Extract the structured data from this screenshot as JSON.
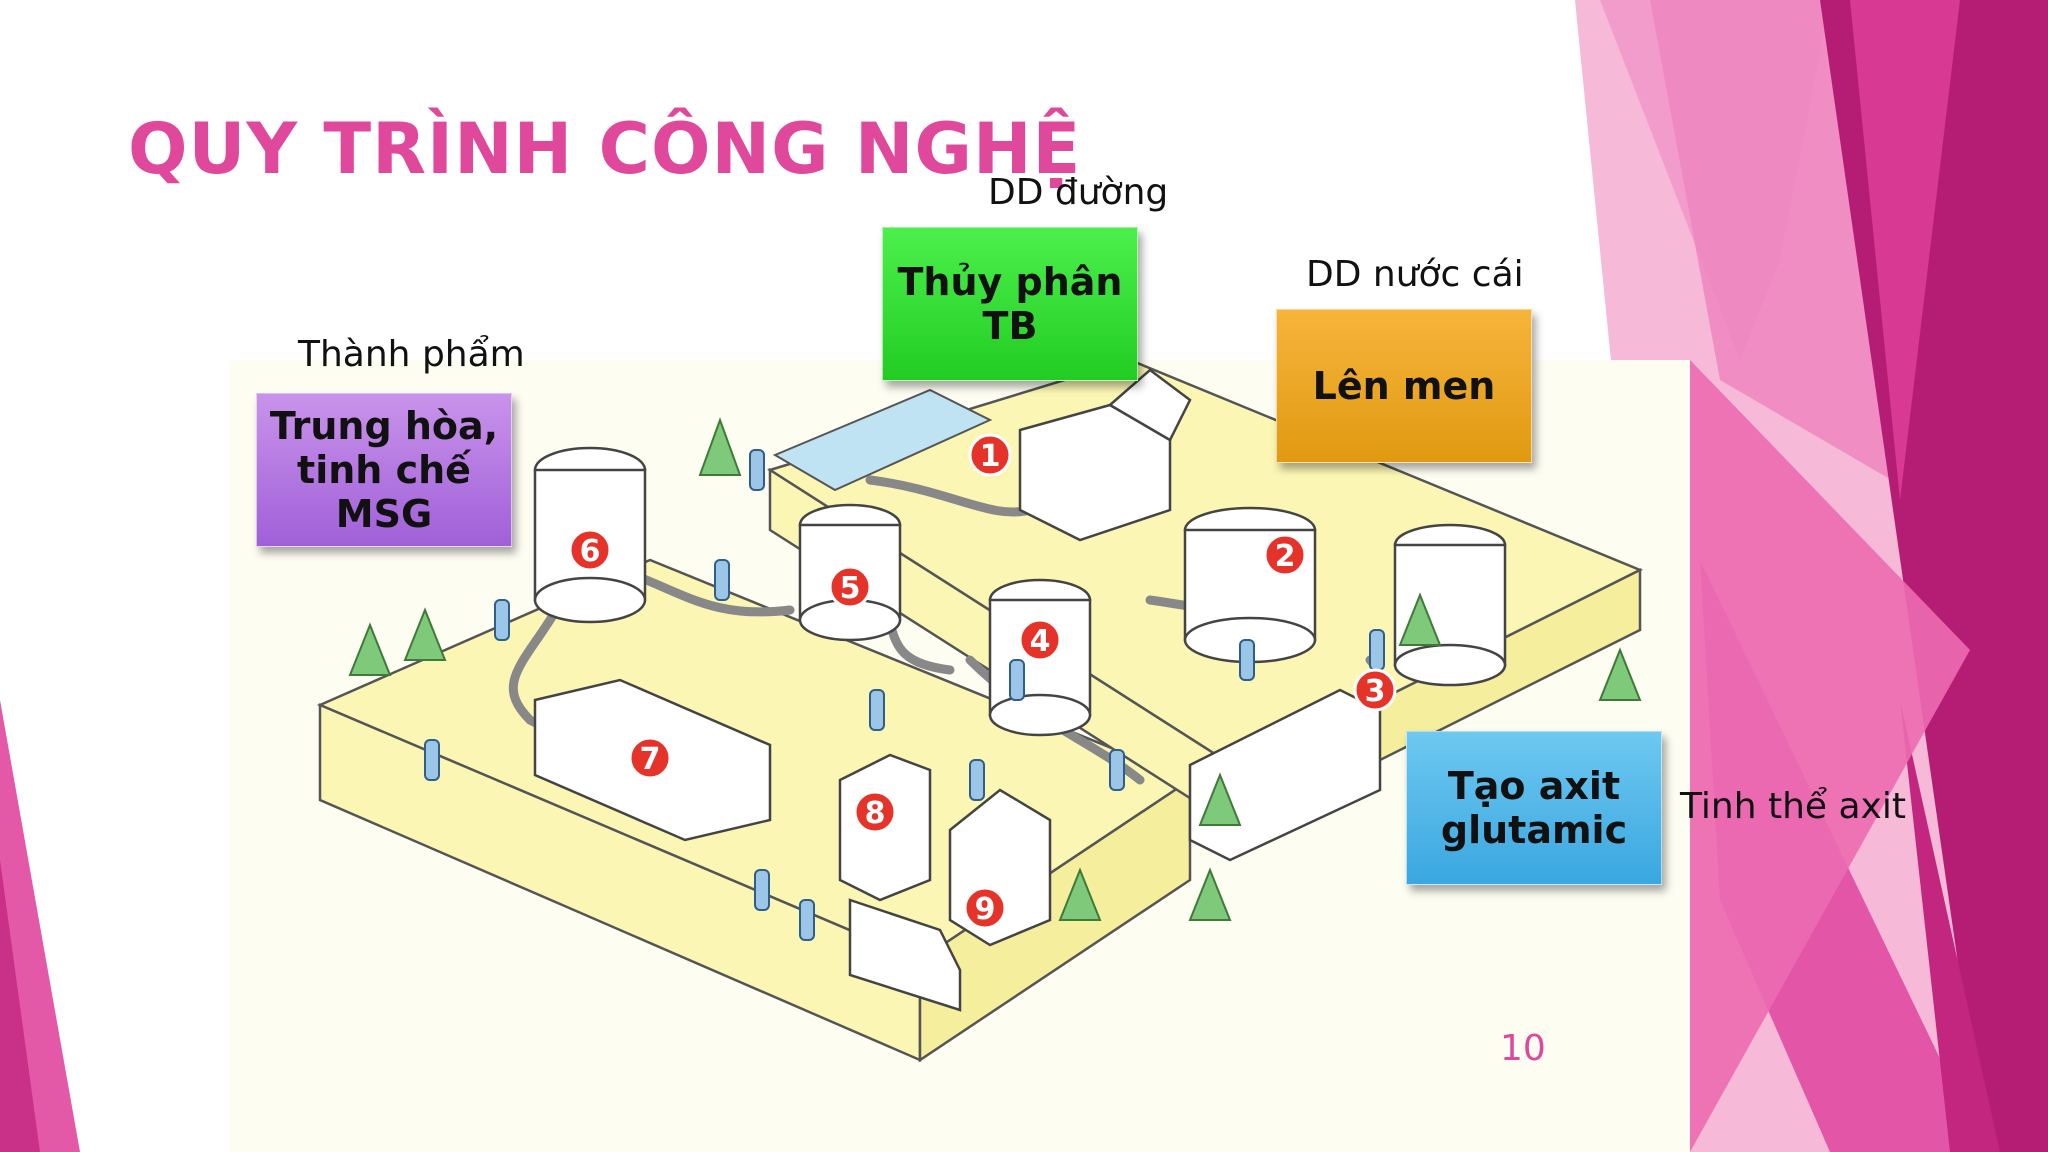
{
  "slide": {
    "title": "QUY TRÌNH CÔNG NGHỆ",
    "page_number": "10"
  },
  "inputs": {
    "dd_duong": "DD đường",
    "dd_nuoc_cai": "DD nước cái",
    "thanh_pham": "Thành phẩm",
    "tinh_the_axit": "Tinh thể axit"
  },
  "steps": {
    "thuy_phan": "Thủy phân\nTB",
    "len_men": "Lên men",
    "trung_hoa": "Trung hòa,\ntinh chế\nMSG",
    "tao_axit": "Tạo axit\nglutamic"
  },
  "diagram": {
    "badges": [
      "1",
      "2",
      "3",
      "4",
      "5",
      "6",
      "7",
      "8",
      "9"
    ]
  },
  "colors": {
    "title": "#e0489c",
    "accent_pink": "#e0489c",
    "green_box": "#33dd33",
    "orange_box": "#eba521",
    "purple_box": "#b27ae0",
    "blue_box": "#4fb6e8",
    "badge_red": "#e63329",
    "ground": "#fbf6b4"
  }
}
